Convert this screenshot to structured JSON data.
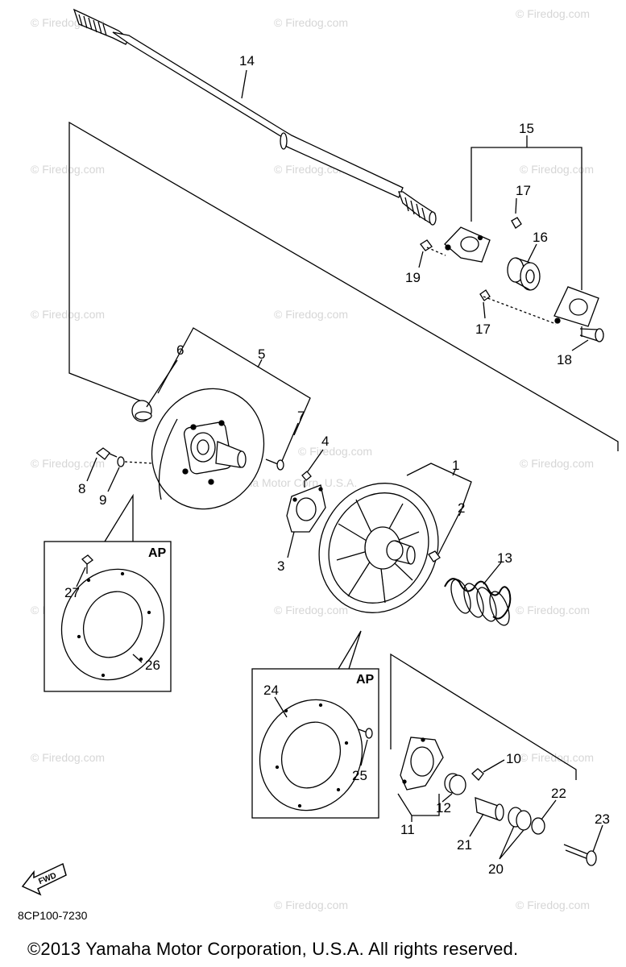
{
  "watermark": "© Firedog.com",
  "watermark_faint": "Yamaha Motor Corp. U.S.A.",
  "ap_label": "AP",
  "fwd_label": "FWD",
  "diagram_code": "8CP100-7230",
  "copyright": "©2013 Yamaha Motor Corporation, U.S.A. All rights reserved.",
  "callouts": [
    "1",
    "2",
    "3",
    "4",
    "5",
    "6",
    "7",
    "8",
    "9",
    "10",
    "11",
    "12",
    "13",
    "14",
    "15",
    "16",
    "17",
    "17",
    "18",
    "19",
    "20",
    "21",
    "22",
    "23",
    "24",
    "25",
    "26",
    "27"
  ]
}
